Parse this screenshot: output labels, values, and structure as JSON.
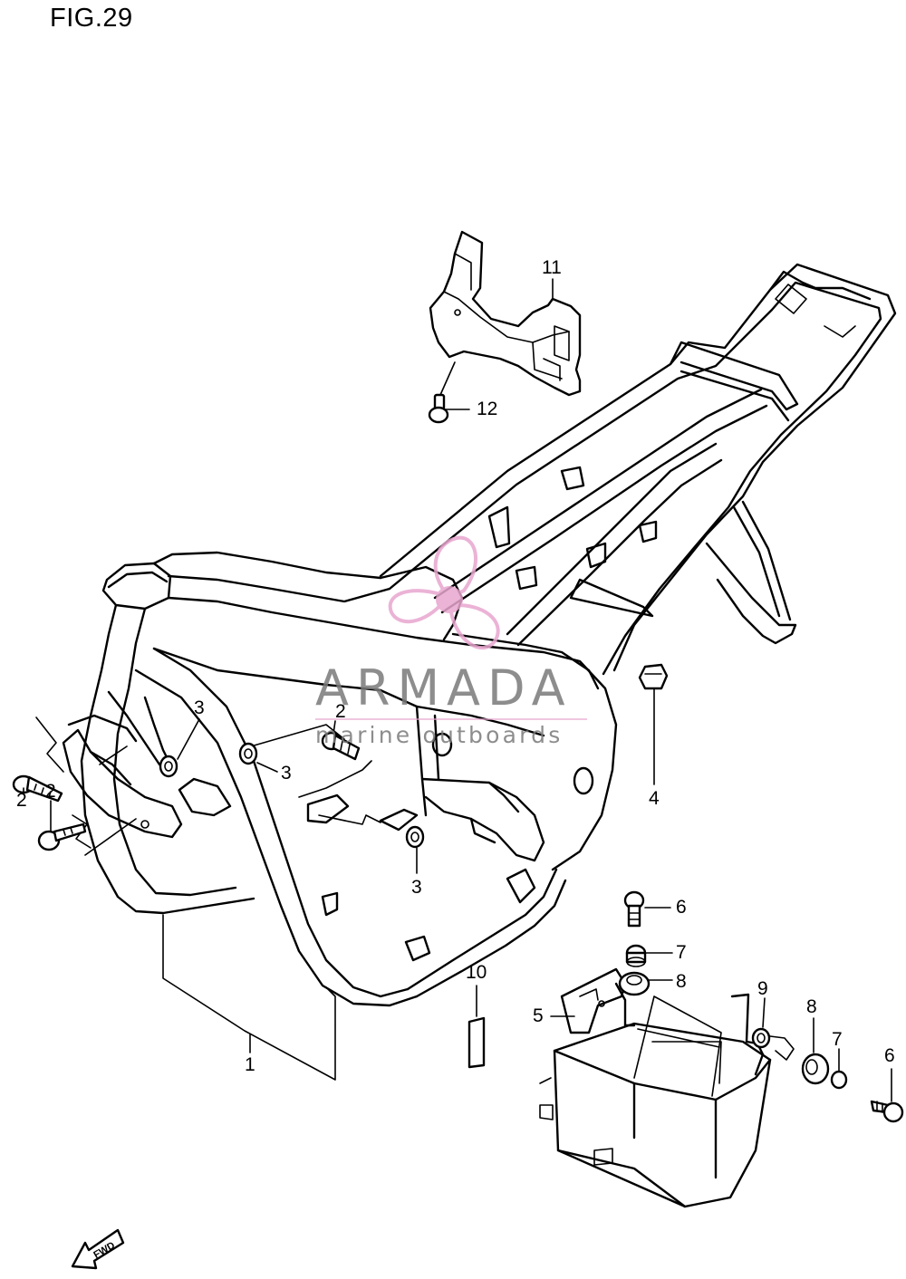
{
  "figure": {
    "title": "FIG.29"
  },
  "watermark": {
    "brand": "ARMADA",
    "tagline": "marine outboards",
    "color_gray": "#7a7a7a",
    "color_pink": "#e8a6cf"
  },
  "fwd_arrow": {
    "label": "FWD"
  },
  "part_labels": [
    {
      "id": "label-1",
      "text": "1"
    },
    {
      "id": "label-2a",
      "text": "2"
    },
    {
      "id": "label-2b",
      "text": "2"
    },
    {
      "id": "label-2c",
      "text": "2"
    },
    {
      "id": "label-3a",
      "text": "3"
    },
    {
      "id": "label-3b",
      "text": "3"
    },
    {
      "id": "label-3c",
      "text": "3"
    },
    {
      "id": "label-4",
      "text": "4"
    },
    {
      "id": "label-5",
      "text": "5"
    },
    {
      "id": "label-6a",
      "text": "6"
    },
    {
      "id": "label-6b",
      "text": "6"
    },
    {
      "id": "label-7a",
      "text": "7"
    },
    {
      "id": "label-7b",
      "text": "7"
    },
    {
      "id": "label-8a",
      "text": "8"
    },
    {
      "id": "label-8b",
      "text": "8"
    },
    {
      "id": "label-9",
      "text": "9"
    },
    {
      "id": "label-10",
      "text": "10"
    },
    {
      "id": "label-11",
      "text": "11"
    },
    {
      "id": "label-12",
      "text": "12"
    }
  ]
}
